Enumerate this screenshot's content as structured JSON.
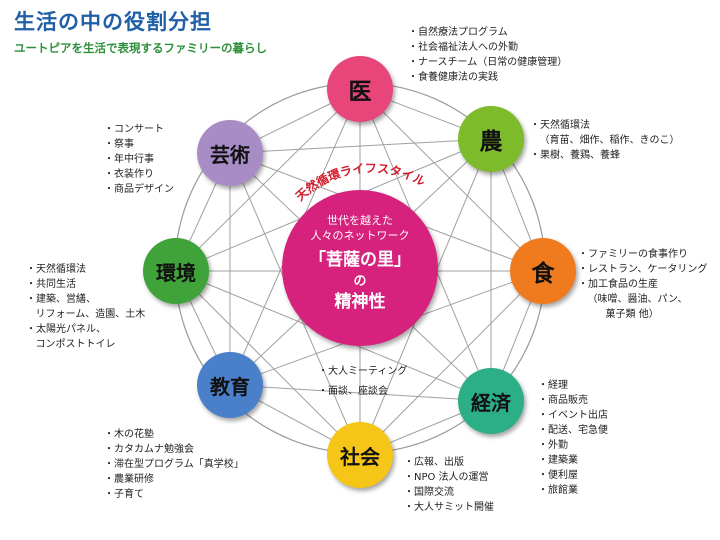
{
  "title": "生活の中の役割分担",
  "subtitle": "ユートピアを生活で表現するファミリーの暮らし",
  "arc_text": "天然循環ライフスタイル",
  "center": {
    "line1": "世代を越えた",
    "line2": "人々のネットワーク",
    "line3": "「菩薩の里」",
    "line4": "の",
    "line5": "精神性"
  },
  "colors": {
    "medicine": "#e8457a",
    "agriculture": "#7dbb2b",
    "food": "#f07a1e",
    "economy": "#2cae87",
    "society": "#f5c518",
    "education": "#4a7fc9",
    "environment": "#3fa33a",
    "arts": "#a88cc6",
    "center": "#d6227c"
  },
  "nodes": {
    "medicine": "医",
    "agriculture": "農",
    "food": "食",
    "economy": "経済",
    "society": "社会",
    "education": "教育",
    "environment": "環境",
    "arts": "芸術"
  },
  "details": {
    "medicine": [
      "自然療法プログラム",
      "社会福祉法人への外勤",
      "ナースチーム（日常の健康管理）",
      "食養健康法の実践"
    ],
    "agriculture": [
      "天然循環法",
      "（育苗、畑作、稲作、きのこ）",
      "果樹、養鶏、養蜂"
    ],
    "food": [
      "ファミリーの食事作り",
      "レストラン、ケータリング",
      "加工食品の生産",
      "（味噌、醤油、パン、",
      "菓子類 他）"
    ],
    "economy": [
      "経理",
      "商品販売",
      "イベント出店",
      "配送、宅急便",
      "外勤",
      "建築業",
      "便利屋",
      "旅館業"
    ],
    "society": [
      "広報、出版",
      "NPO 法人の運営",
      "国際交流",
      "大人サミット開催"
    ],
    "center_bottom": [
      "大人ミーティング",
      "面談、座談会"
    ],
    "education": [
      "木の花塾",
      "カタカムナ勉強会",
      "滞在型プログラム「真学校」",
      "農業研修",
      "子育て"
    ],
    "environment": [
      "天然循環法",
      "共同生活",
      "建築、営繕、",
      "リフォーム、造園、土木",
      "太陽光パネル、",
      "コンポストトイレ"
    ],
    "arts": [
      "コンサート",
      "祭事",
      "年中行事",
      "衣装作り",
      "商品デザイン"
    ]
  }
}
